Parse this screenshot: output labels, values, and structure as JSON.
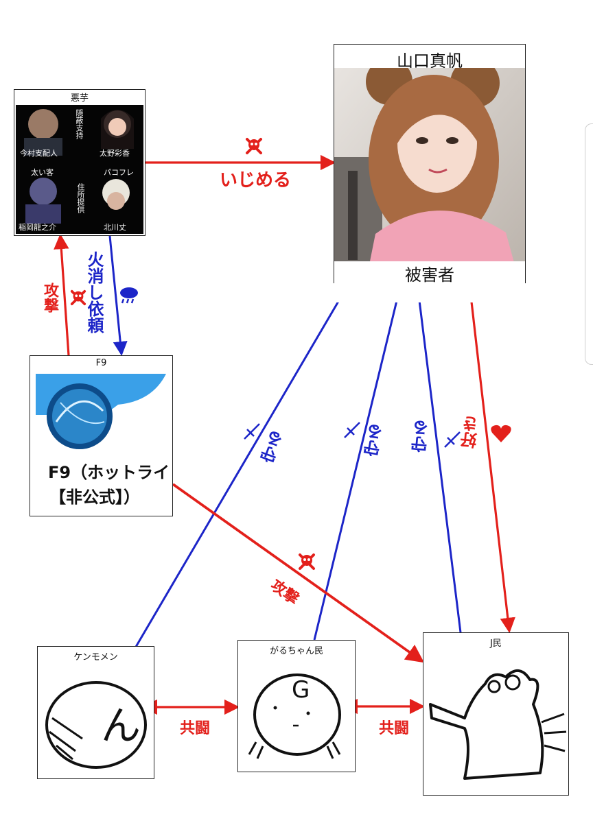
{
  "nodes": {
    "victim": {
      "title": "山口真帆",
      "caption": "被害者"
    },
    "bad": {
      "title": "悪芋",
      "people": [
        "今村支配人",
        "太野彩香",
        "稲岡龍之介",
        "北川丈"
      ],
      "links": [
        "隠蔽支持",
        "太い客",
        "パコフレ",
        "住所提供"
      ]
    },
    "f9": {
      "title": "F9",
      "name_line1": "F9（ホットライ",
      "name_line2": "【非公式】）"
    },
    "kenmo": {
      "title": "ケンモメン",
      "face": "ん"
    },
    "garu": {
      "title": "がるちゃん民",
      "face": "G"
    },
    "jmin": {
      "title": "J民"
    }
  },
  "edges": {
    "bully": "いじめる",
    "attack_f9_to_bad": "攻撃",
    "request_extinguish": "火消し依頼",
    "protect_kenmo": "守る",
    "protect_garu": "守る",
    "protect_jmin": "守る",
    "like": "好き",
    "attack_f9_to_jmin": "攻撃",
    "struggle_left": "共闘",
    "struggle_right": "共闘"
  },
  "colors": {
    "red": "#e3201b",
    "blue": "#1c25c8"
  },
  "icons": [
    "skull-crossbones-icon",
    "rain-cloud-icon",
    "sword-icon",
    "heart-icon"
  ]
}
